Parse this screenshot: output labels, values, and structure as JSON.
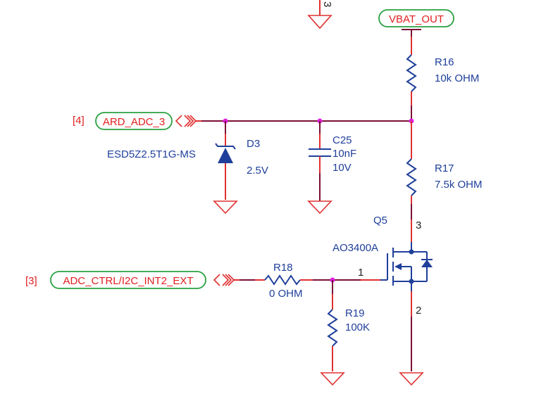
{
  "nets": {
    "vbat_out": "VBAT_OUT",
    "ard_adc_3": "ARD_ADC_3",
    "ard_adc_3_ref": "[4]",
    "adc_ctrl": "ADC_CTRL/I2C_INT2_EXT",
    "adc_ctrl_ref": "[3]"
  },
  "components": {
    "r16": {
      "ref": "R16",
      "value": "10k OHM"
    },
    "r17": {
      "ref": "R17",
      "value": "7.5k OHM"
    },
    "r18": {
      "ref": "R18",
      "value": "0 OHM"
    },
    "r19": {
      "ref": "R19",
      "value": "100K"
    },
    "c25": {
      "ref": "C25",
      "value": "10nF",
      "voltage": "10V"
    },
    "d3": {
      "ref": "D3",
      "part": "ESD5Z2.5T1G-MS",
      "value": "2.5V"
    },
    "q5": {
      "ref": "Q5",
      "part": "AO3400A",
      "pin_gate": "1",
      "pin_drain": "3",
      "pin_source": "2"
    }
  },
  "top_pin": "3"
}
